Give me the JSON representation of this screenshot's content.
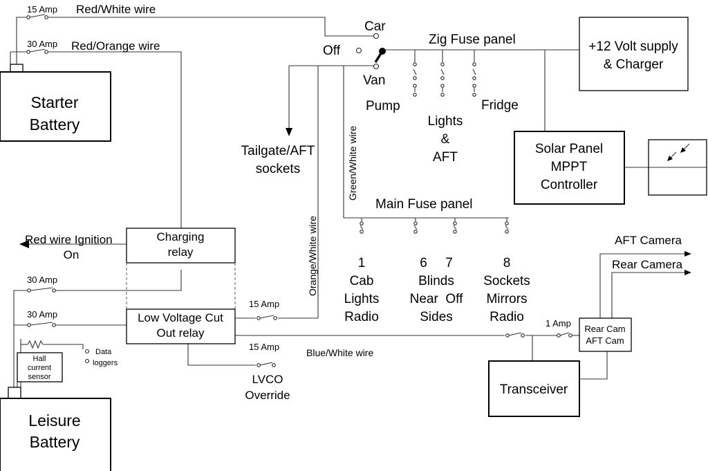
{
  "fuse_labels": {
    "starter_15": "15 Amp",
    "starter_30": "30 Amp",
    "leisure_30_a": "30 Amp",
    "leisure_30_b": "30 Amp",
    "lvco_out_15": "15 Amp",
    "lvco_blue_15": "15 Amp",
    "radio_1": "1 Amp"
  },
  "wires": {
    "red_white": "Red/White wire",
    "red_orange": "Red/Orange wire",
    "green_white": "Green/White wire",
    "orange_white": "Orange/White wire",
    "blue_white": "Blue/White wire"
  },
  "selector": {
    "car": "Car",
    "off": "Off",
    "van": "Van"
  },
  "zig_panel": {
    "title": "Zig Fuse panel",
    "pump": "Pump",
    "lights": [
      "Lights",
      "&",
      "AFT"
    ],
    "fridge": "Fridge"
  },
  "supply": [
    "+12 Volt supply",
    "& Charger"
  ],
  "solar": [
    "Solar Panel",
    "MPPT",
    "Controller"
  ],
  "tailgate": [
    "Tailgate/AFT",
    "sockets"
  ],
  "main_panel": {
    "title": "Main Fuse panel",
    "fuse1": [
      "1",
      "Cab",
      "Lights",
      "Radio"
    ],
    "fuse67": [
      "6     7",
      "Blinds",
      "Near  Off",
      "Sides"
    ],
    "fuse8": [
      "8",
      "Sockets",
      "Mirrors",
      "Radio"
    ]
  },
  "starter_battery": [
    "Starter",
    "Battery"
  ],
  "leisure_battery": [
    "Leisure",
    "Battery"
  ],
  "ignition": [
    "Red wire Ignition",
    "On"
  ],
  "charging_relay": [
    "Charging",
    "relay"
  ],
  "lvco_relay": [
    "Low Voltage Cut",
    "Out relay"
  ],
  "lvco_override": [
    "LVCO",
    "Override"
  ],
  "hall_sensor": [
    "Hall",
    "current",
    "sensor"
  ],
  "data_loggers": [
    "Data",
    "loggers"
  ],
  "cameras": {
    "aft": "AFT Camera",
    "rear": "Rear Camera",
    "box": [
      "Rear Cam",
      "AFT Cam"
    ]
  },
  "transceiver": "Transceiver"
}
